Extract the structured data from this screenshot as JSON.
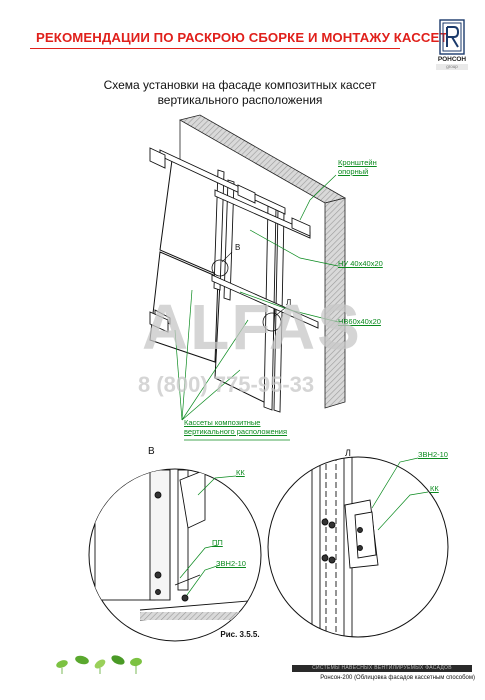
{
  "header": {
    "title": "РЕКОМЕНДАЦИИ ПО РАСКРОЮ СБОРКЕ И МОНТАЖУ КАССЕТ",
    "brand_name": "РОНСОН",
    "brand_group": "group"
  },
  "subtitle": {
    "line1": "Схема установки на фасаде композитных кассет",
    "line2": "вертикального расположения"
  },
  "main_diagram": {
    "callouts": {
      "bracket_line1": "Кронштейн",
      "bracket_line2": "опорный",
      "profile_nv_small": "НУ 40х40х20",
      "profile_nv_large": "НВ60х40х20",
      "cassettes_line1": "Кассеты композитные",
      "cassettes_line2": "вертикального расположения"
    },
    "view_markers": {
      "b": "В",
      "l": "Л"
    }
  },
  "detail_b": {
    "label": "В",
    "callouts": {
      "kk": "КК",
      "pp": "ПП",
      "zvn": "ЗВН2-10"
    }
  },
  "detail_l": {
    "label": "Л",
    "callouts": {
      "zvn": "ЗВН2-10",
      "kk": "КК"
    }
  },
  "watermark": {
    "brand": "ALFAS",
    "phone": "8 (800) 775-95-33"
  },
  "figure_caption": "Рис. 3.5.5.",
  "footer": {
    "bar": "СИСТЕМЫ НАВЕСНЫХ ВЕНТИЛИРУЕМЫХ ФАСАДОВ",
    "text": "Ронсон-200 (Облицовка фасадов кассетным способом)"
  },
  "colors": {
    "header_red": "#e0201b",
    "callout_green": "#0a8a1e",
    "watermark_gray": "#c8c8c8",
    "decor_green": "#7cc242"
  },
  "icons": [
    "ronson-logo-icon",
    "green-leaf-decoration-icon"
  ]
}
